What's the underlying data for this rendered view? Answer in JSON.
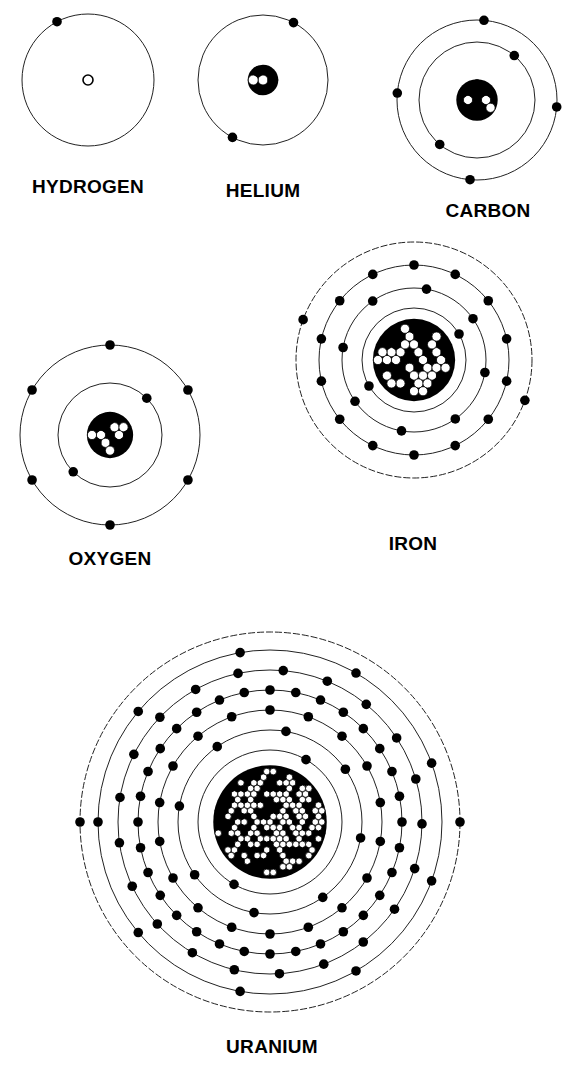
{
  "diagram": {
    "labels": [
      "HYDROGEN",
      "HELIUM",
      "CARBON",
      "OXYGEN",
      "IRON",
      "URANIUM"
    ]
  }
}
